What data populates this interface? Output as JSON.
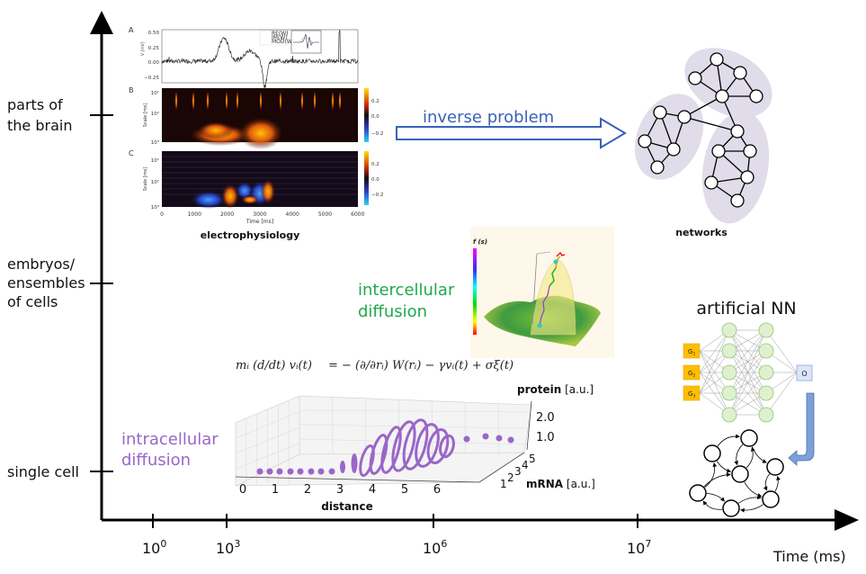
{
  "axes": {
    "y_labels": [
      {
        "lines": [
          "parts of",
          "the brain"
        ]
      },
      {
        "lines": [
          "embryos/",
          "ensembles",
          "of cells"
        ]
      },
      {
        "lines": [
          "single cell"
        ]
      }
    ],
    "x_ticks": [
      {
        "base": "10",
        "exp": "0"
      },
      {
        "base": "10",
        "exp": "3"
      },
      {
        "base": "10",
        "exp": "6"
      },
      {
        "base": "10",
        "exp": "7"
      }
    ],
    "x_title": "Time (ms)"
  },
  "electrophysiology": {
    "title": "electrophysiology",
    "panel_labels": [
      "A",
      "B",
      "C"
    ],
    "a_yticks": [
      "0.50",
      "0.25",
      "0.00",
      "−0.25"
    ],
    "a_ylabel": "V [mV]",
    "legend": [
      "RE(W)",
      "IM(W)",
      "MOD(W)"
    ],
    "scale_ylabel": "Scale [ms]",
    "scale_ticks": [
      "10¹",
      "10²",
      "10³"
    ],
    "colorbar_ticks": [
      "0.2",
      "0.0",
      "−0.2"
    ],
    "time_ticks": [
      "0",
      "1000",
      "2000",
      "3000",
      "4000",
      "5000",
      "6000"
    ],
    "time_label": "Time [ms]"
  },
  "inverse_problem": {
    "label": "inverse problem",
    "color": "#3a62b8"
  },
  "networks": {
    "title": "networks"
  },
  "intercellular": {
    "lines": [
      "intercellular",
      "diffusion"
    ],
    "color": "#1faa4a",
    "colorbar_label": "f (s)"
  },
  "intracellular": {
    "lines": [
      "intracellular",
      "diffusion"
    ],
    "color": "#9a66c8"
  },
  "equation": {
    "lhs": "mᵢ (d/dt) vᵢ(t)",
    "rhs": "= − (∂/∂rᵢ) W(rᵢ) − γvᵢ(t) + σξ(t)"
  },
  "plot3d": {
    "x_label": "distance",
    "x_ticks": [
      "0",
      "1",
      "2",
      "3",
      "4",
      "5",
      "6"
    ],
    "z_label_bold": "protein",
    "z_label_unit": " [a.u.]",
    "z_ticks": [
      "2.0",
      "1.0"
    ],
    "y_label_bold": "mRNA",
    "y_label_unit": " [a.u.]",
    "y_ticks": [
      "1",
      "2",
      "3",
      "4",
      "5"
    ],
    "series_color": "#9a66c8"
  },
  "ann": {
    "title": "artificial NN",
    "inputs": [
      {
        "base": "G",
        "sub": "1"
      },
      {
        "base": "G",
        "sub": "2"
      },
      {
        "base": "G",
        "sub": "3"
      }
    ],
    "output": "O",
    "input_color": "#ffbf00",
    "hidden_fill": "#dff0d0",
    "hidden_stroke": "#8cc86a",
    "arrow_color": "#7f9fd8"
  }
}
